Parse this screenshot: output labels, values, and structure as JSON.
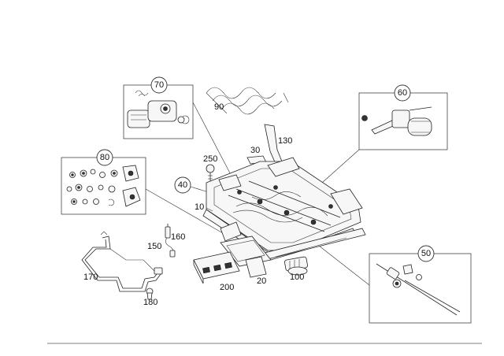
{
  "callouts": {
    "c70": "70",
    "c60": "60",
    "c80": "80",
    "c40": "40",
    "c50": "50"
  },
  "labels": {
    "l90": "90",
    "l130": "130",
    "l30": "30",
    "l250": "250",
    "l10": "10",
    "l160": "160",
    "l150": "150",
    "l170": "170",
    "l180": "180",
    "l200": "200",
    "l20": "20",
    "l100": "100"
  }
}
